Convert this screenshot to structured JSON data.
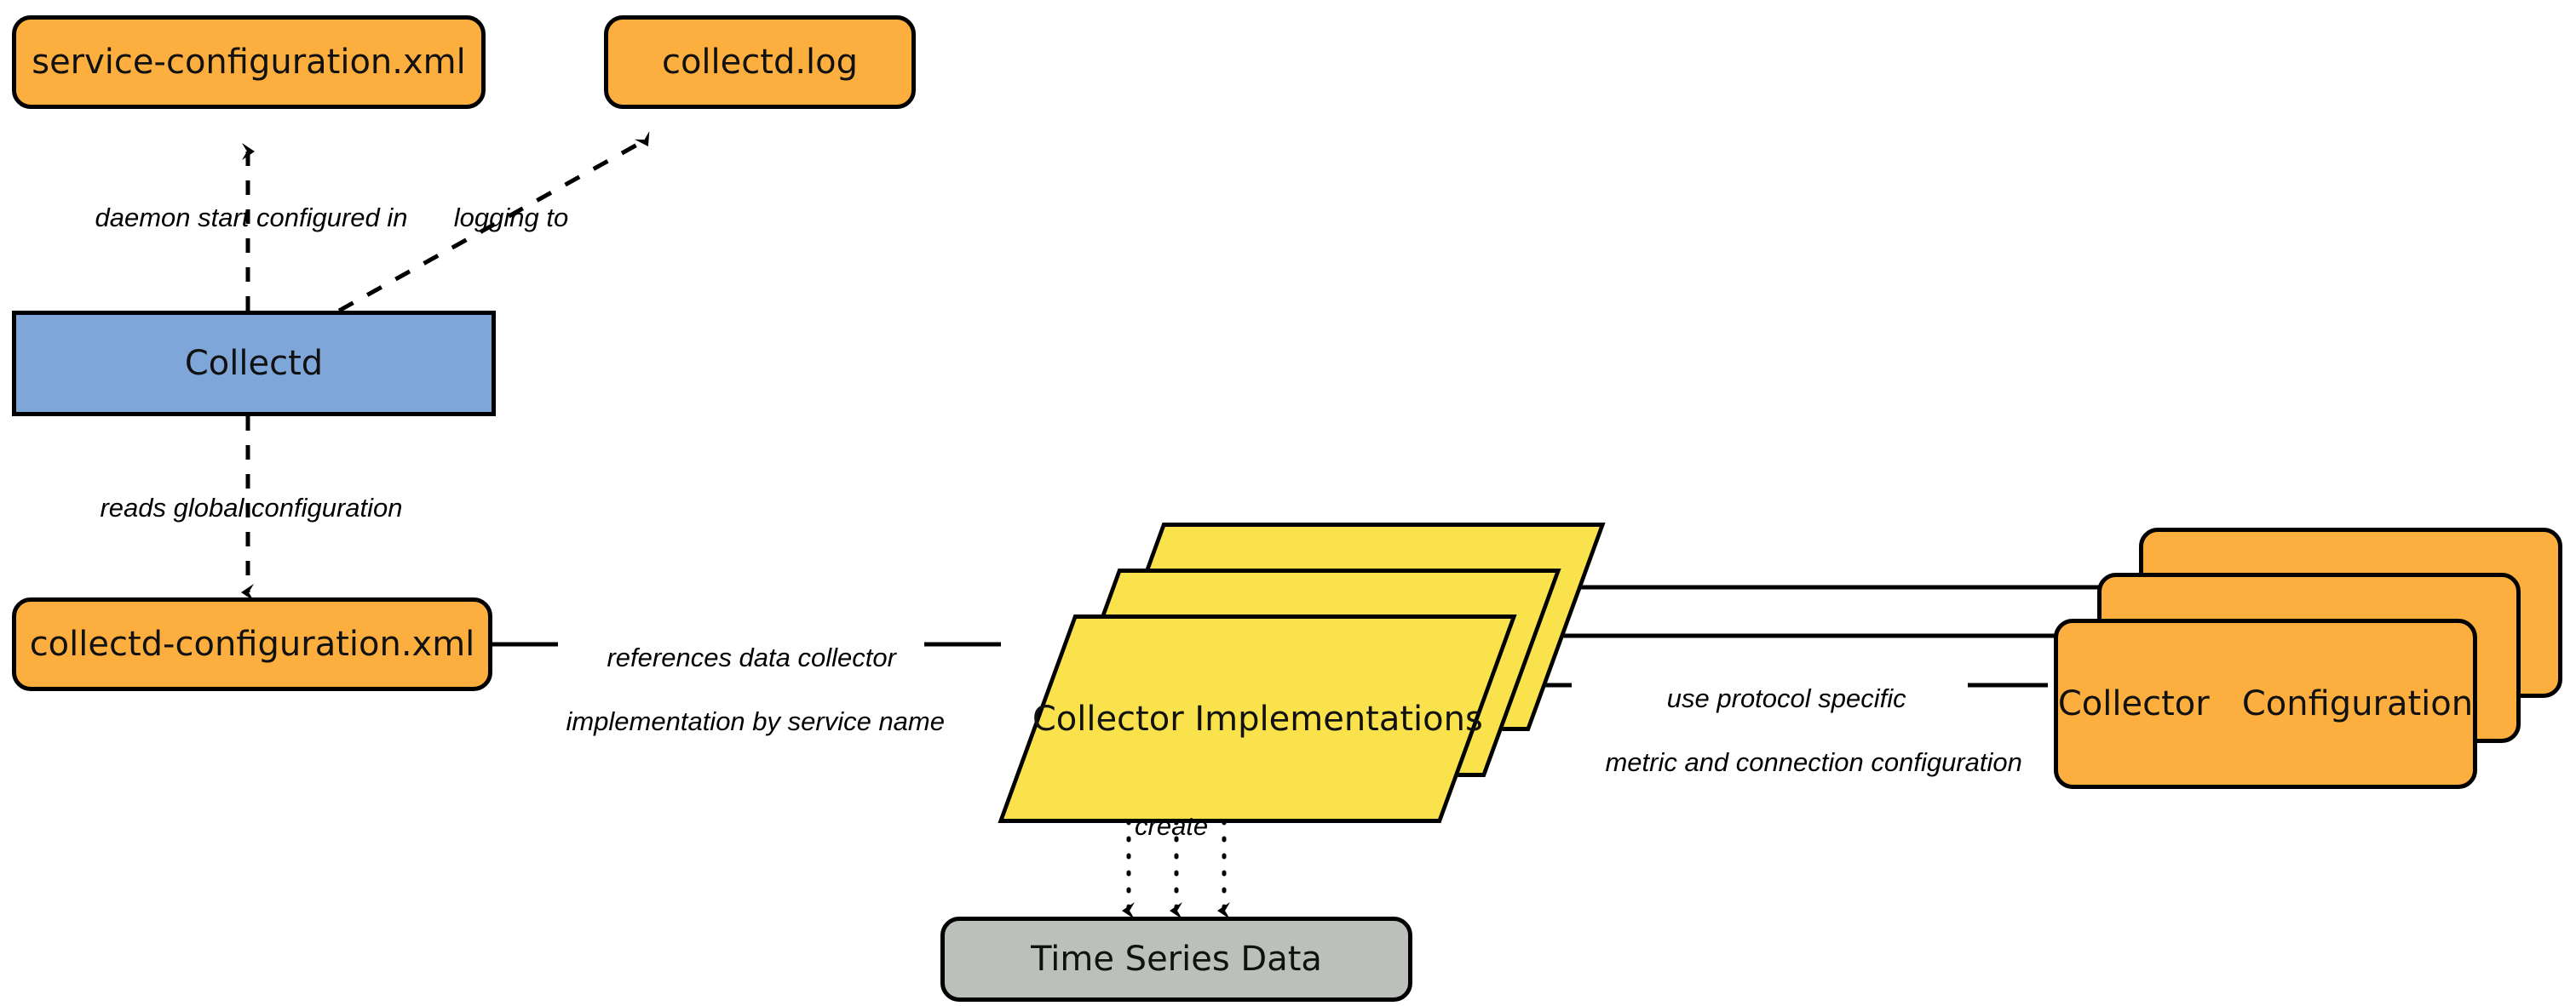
{
  "diagram": {
    "type": "architecture-flow-diagram",
    "background_color": "#FFFFFF",
    "palette": {
      "file_node": "#FCAF3E",
      "process_node": "#7EA6D8",
      "implementation_node": "#FAE24C",
      "data_store_node": "#BCC0BA",
      "stroke": "#000000",
      "text": "#111111"
    },
    "nodes": {
      "service_configuration": {
        "label": "service-configuration.xml",
        "shape": "rounded-rectangle",
        "color": "#FCAF3E"
      },
      "collectd_log": {
        "label": "collectd.log",
        "shape": "rounded-rectangle",
        "color": "#FCAF3E"
      },
      "collectd": {
        "label": "Collectd",
        "shape": "rectangle",
        "color": "#7EA6D8"
      },
      "collectd_configuration": {
        "label": "collectd-configuration.xml",
        "shape": "rounded-rectangle",
        "color": "#FCAF3E"
      },
      "collector_implementations": {
        "label": "Collector Implementations",
        "shape": "parallelogram-stack",
        "color": "#FAE24C",
        "stack_count": 3
      },
      "collector_configuration": {
        "label": "Collector   Configuration",
        "shape": "rounded-rectangle-stack",
        "color": "#FCAF3E",
        "stack_count": 3
      },
      "time_series_data": {
        "label": "Time Series Data",
        "shape": "rounded-rectangle",
        "color": "#BCC0BA"
      }
    },
    "edges": [
      {
        "id": "e1",
        "from": "collectd",
        "to": "service_configuration",
        "label": "daemon start configured in",
        "style": "dashed",
        "arrow": "end"
      },
      {
        "id": "e2",
        "from": "collectd",
        "to": "collectd_log",
        "label": "logging to",
        "style": "dashed",
        "arrow": "end"
      },
      {
        "id": "e3",
        "from": "collectd",
        "to": "collectd_configuration",
        "label": "reads global configuration",
        "style": "dashed",
        "arrow": "end"
      },
      {
        "id": "e4",
        "from": "collectd_configuration",
        "to": "collector_implementations",
        "label_line_1": "references data collector",
        "label_line_2": "implementation by service name",
        "style": "solid",
        "arrow": "none"
      },
      {
        "id": "e5",
        "from": "collector_implementations",
        "to": "collector_configuration",
        "label_line_1": "use protocol specific",
        "label_line_2": "metric and connection configuration",
        "style": "solid",
        "arrow": "none",
        "multiplicity": 3
      },
      {
        "id": "e6",
        "from": "collector_implementations",
        "to": "time_series_data",
        "label": "create",
        "style": "dotted",
        "arrow": "end",
        "multiplicity": 3
      }
    ]
  },
  "labels": {
    "daemon_start": "daemon start configured in",
    "logging_to": "logging to",
    "reads_global": "reads global configuration",
    "references_line1": "references data collector",
    "references_line2": "implementation by service name",
    "use_protocol_line1": "use protocol specific",
    "use_protocol_line2": "metric and connection configuration",
    "create": "create"
  }
}
